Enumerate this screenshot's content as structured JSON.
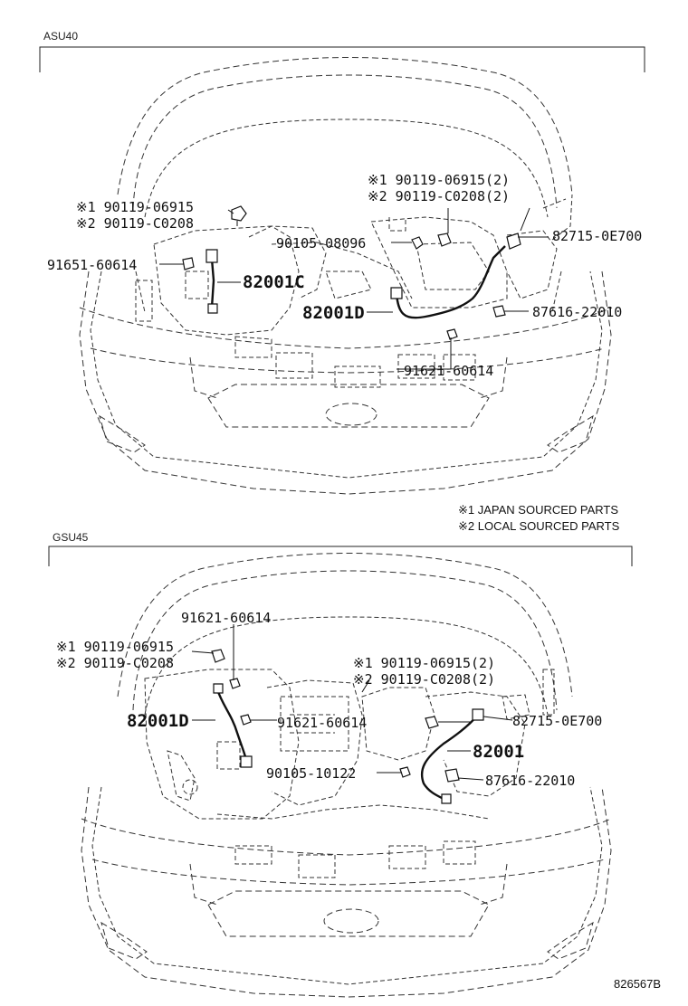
{
  "sections": [
    {
      "title": "ASU40",
      "labels": {
        "l1a": "※1 90119-06915",
        "l1b": "※2 90119-C0208",
        "l2": "91651-60614",
        "l3": "90105-08096",
        "l4": "82001C",
        "l5": "82001D",
        "r1": "※1 90119-06915(2)",
        "r2": "※2 90119-C0208(2)",
        "r3": "82715-0E700",
        "r4": "87616-22010",
        "r5": "91621-60614"
      }
    },
    {
      "title": "GSU45",
      "labels": {
        "t1": "91621-60614",
        "l1a": "※1 90119-06915",
        "l1b": "※2 90119-C0208",
        "r1": "※1 90119-06915(2)",
        "r2": "※2 90119-C0208(2)",
        "l4": "82001D",
        "m1": "91621-60614",
        "r3": "82715-0E700",
        "r4": "82001",
        "m2": "90105-10122",
        "r5": "87616-22010"
      }
    }
  ],
  "notes": {
    "n1": "※1 JAPAN SOURCED PARTS",
    "n2": "※2 LOCAL SOURCED PARTS"
  },
  "figure_id": "826567B"
}
